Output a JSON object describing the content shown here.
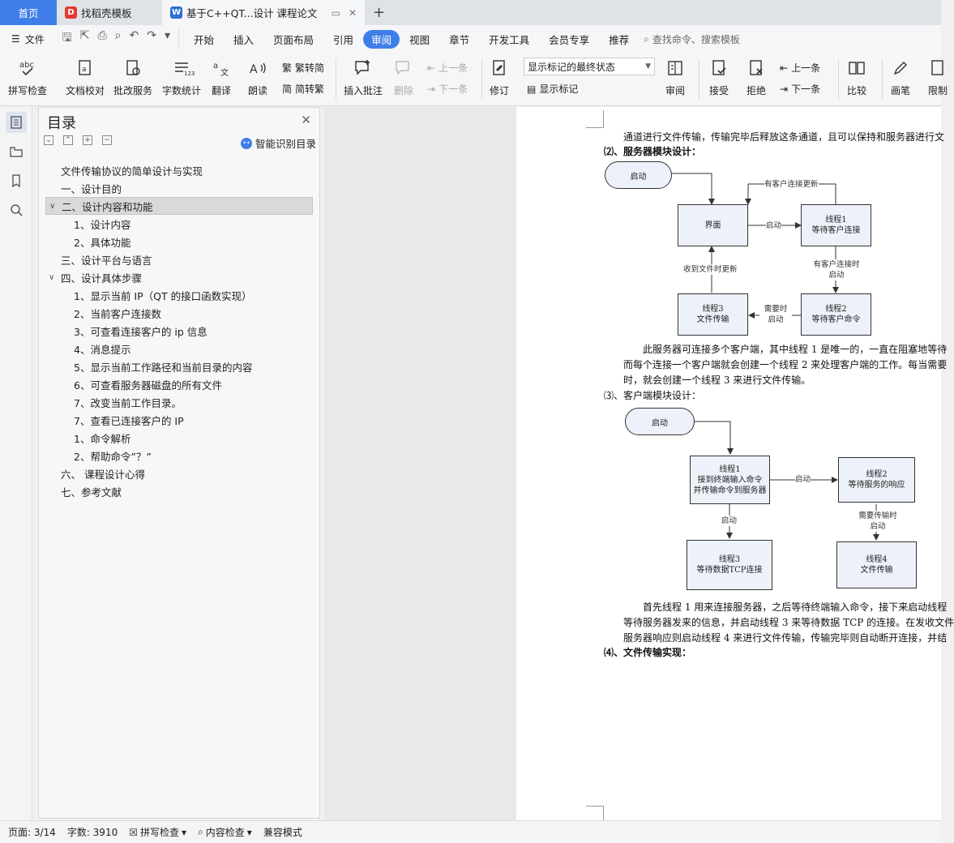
{
  "tabs": {
    "home": "首页",
    "doc1": "找稻壳模板",
    "doc2": "基于C++QT...设计 课程论文"
  },
  "menu": {
    "file": "文件",
    "items": [
      "开始",
      "插入",
      "页面布局",
      "引用",
      "审阅",
      "视图",
      "章节",
      "开发工具",
      "会员专享",
      "推荐"
    ],
    "active": "审阅",
    "search": "查找命令、搜索模板"
  },
  "ribbon": {
    "spell": "拼写检查",
    "proof": "文档校对",
    "review_service": "批改服务",
    "word_count": "字数统计",
    "translate": "翻译",
    "read": "朗读",
    "to_simplified": "繁转简",
    "to_traditional": "简转繁",
    "insert_comment": "插入批注",
    "delete": "删除",
    "prev": "上一条",
    "next": "下一条",
    "track": "修订",
    "markup_state": "显示标记的最终状态",
    "show_markup": "显示标记",
    "review": "审阅",
    "accept": "接受",
    "reject": "拒绝",
    "prev2": "上一条",
    "next2": "下一条",
    "compare": "比较",
    "ink": "画笔",
    "restrict": "限制"
  },
  "toc": {
    "title": "目录",
    "smart": "智能识别目录",
    "items": [
      {
        "text": "文件传输协议的简单设计与实现",
        "level": 0
      },
      {
        "text": "一、设计目的",
        "level": 0
      },
      {
        "text": "二、设计内容和功能",
        "level": 0
      },
      {
        "text": "1、设计内容",
        "level": 1
      },
      {
        "text": "2、具体功能",
        "level": 1
      },
      {
        "text": "三、设计平台与语言",
        "level": 0
      },
      {
        "text": "四、设计具体步骤",
        "level": 0
      },
      {
        "text": "1、显示当前 IP（QT 的接口函数实现）",
        "level": 1
      },
      {
        "text": "2、当前客户连接数",
        "level": 1
      },
      {
        "text": "3、可查看连接客户的 ip 信息",
        "level": 1
      },
      {
        "text": "4、消息提示",
        "level": 1
      },
      {
        "text": "5、显示当前工作路径和当前目录的内容",
        "level": 1
      },
      {
        "text": "6、可查看服务器磁盘的所有文件",
        "level": 1
      },
      {
        "text": "7、改变当前工作目录。",
        "level": 1
      },
      {
        "text": "7、查看已连接客户的 IP",
        "level": 1
      },
      {
        "text": "1、命令解析",
        "level": 1
      },
      {
        "text": "2、帮助命令”？”",
        "level": 1
      },
      {
        "text": "六、  课程设计心得",
        "level": 0
      },
      {
        "text": "七、参考文献",
        "level": 0
      }
    ]
  },
  "doc": {
    "line1": "通道进行文件传输，传输完毕后释放这条通道，且可以保持和服务器进行文",
    "h2": "⑵、服务器模块设计：",
    "server": {
      "start": "启动",
      "ui": "界面",
      "t1a": "线程1",
      "t1b": "等待客户连接",
      "t2a": "线程2",
      "t2b": "等待客户命令",
      "t3a": "线程3",
      "t3b": "文件传输",
      "lbl_update": "有客户连接更新",
      "lbl_start": "启动",
      "lbl_connect_a": "有客户连接时",
      "lbl_connect_b": "启动",
      "lbl_need_a": "需要时",
      "lbl_need_b": "启动",
      "lbl_file": "收到文件时更新"
    },
    "p2a": "此服务器可连接多个客户端，其中线程 1 是唯一的，一直在阻塞地等待",
    "p2b": "而每个连接一个客户端就会创建一个线程 2 来处理客户端的工作。每当需要",
    "p2c": "时，就会创建一个线程 3 来进行文件传输。",
    "h3": "⑶、客户端模块设计：",
    "client": {
      "start": "启动",
      "t1a": "线程1",
      "t1b": "接到终端输入命令",
      "t1c": "并传输命令到服务器",
      "t2a": "线程2",
      "t2b": "等待服务的响应",
      "t3a": "线程3",
      "t3b": "等待数据TCP连接",
      "t4a": "线程4",
      "t4b": "文件传输",
      "lbl_start1": "启动",
      "lbl_start2": "启动",
      "lbl_need_a": "需要传输时",
      "lbl_need_b": "启动"
    },
    "p3a": "首先线程 1 用来连接服务器，之后等待终端输入命令，接下来启动线程",
    "p3b": "等待服务器发来的信息，并启动线程 3 来等待数据 TCP 的连接。在发收文件",
    "p3c": "服务器响应则启动线程 4 来进行文件传输，传输完毕则自动断开连接，并结",
    "h4": "⑷、文件传输实现："
  },
  "status": {
    "page": "页面: 3/14",
    "words": "字数: 3910",
    "spell": "拼写检查",
    "content": "内容检查",
    "compat": "兼容模式"
  },
  "colors": {
    "accent": "#3f7ee8",
    "box_fill": "#edf1f9"
  }
}
